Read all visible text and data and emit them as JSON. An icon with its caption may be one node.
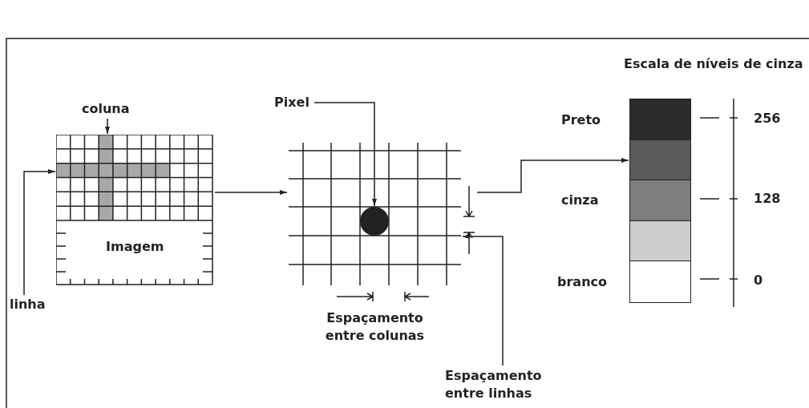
{
  "diagram": {
    "nodes": [
      {
        "text": [
          "Imagem"
        ]
      },
      {
        "text": [
          "coluna"
        ]
      },
      {
        "text": [
          "linha"
        ]
      },
      {
        "text": [],
        "shape": "grid"
      },
      {
        "text": [],
        "shape": "circle",
        "in": 3
      },
      {
        "text": [
          "Pixel"
        ]
      },
      {
        "text": [
          "Espaçamento entre linhas"
        ]
      },
      {
        "text": [],
        "shape": "bar"
      }
    ],
    "edges": [
      {
        "from": 1,
        "to": 0,
        "arrow": "to"
      },
      {
        "from": 2,
        "to": 0,
        "arrow": "to"
      },
      {
        "from": 0,
        "to": 3,
        "arrow": "to"
      },
      {
        "from": 5,
        "to": 4,
        "arrow": "to"
      },
      {
        "from": 6,
        "to": 3,
        "arrow": "to"
      },
      {
        "from": 3,
        "to": 7,
        "arrow": "to"
      }
    ],
    "labels": [
      "Escala de níveis de cinza",
      "Preto",
      "256",
      "cinza",
      "128",
      "branco",
      "0",
      "Espaçamento entre colunas"
    ]
  }
}
